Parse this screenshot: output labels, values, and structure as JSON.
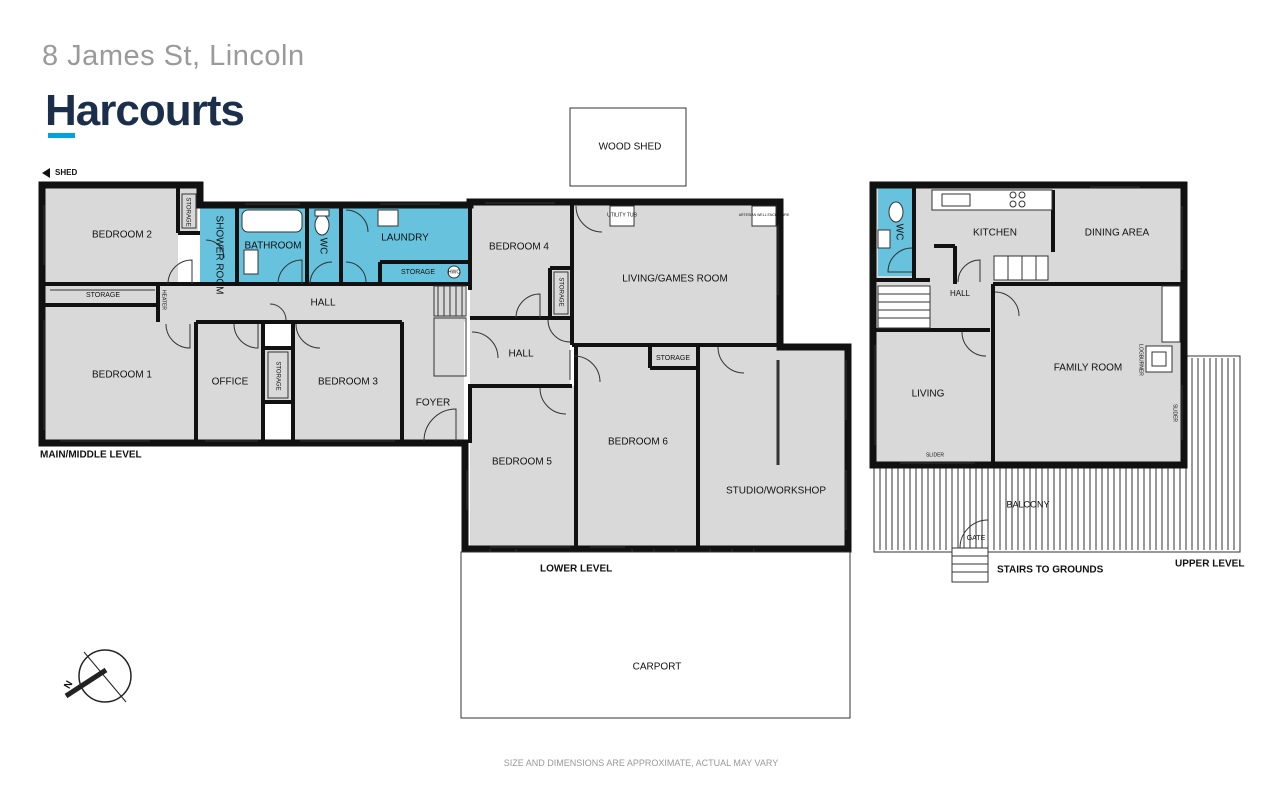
{
  "address": "8 James St, Lincoln",
  "brand": {
    "name": "Harcourts",
    "text_color": "#1b2f4b",
    "accent_color": "#00a3e0"
  },
  "levels": {
    "main": "MAIN/MIDDLE LEVEL",
    "lower": "LOWER LEVEL",
    "upper": "UPPER LEVEL"
  },
  "shed_pointer": "SHED",
  "rooms": {
    "wood_shed": "WOOD SHED",
    "bedroom2": "BEDROOM 2",
    "storage_a": "STORAGE",
    "shower_room": "SHOWER ROOM",
    "bathroom": "BATHROOM",
    "wc_main": "WC",
    "laundry": "LAUNDRY",
    "storage_laundry": "STORAGE",
    "hwc": "HWC",
    "bedroom4": "BEDROOM 4",
    "utility_tub": "UTILITY TUB",
    "artesian": "ARTESIAN WELL ENCLOSURE",
    "living_games": "LIVING/GAMES ROOM",
    "storage_hall": "STORAGE",
    "heater": "HEATER",
    "hall_main": "HALL",
    "storage_b4": "STORAGE",
    "bedroom1": "BEDROOM 1",
    "office": "OFFICE",
    "storage_office": "STORAGE",
    "bedroom3": "BEDROOM 3",
    "foyer": "FOYER",
    "hall_lower": "HALL",
    "storage_b6": "STORAGE",
    "bedroom5": "BEDROOM 5",
    "bedroom6": "BEDROOM 6",
    "studio": "STUDIO/WORKSHOP",
    "carport": "CARPORT",
    "wc_upper": "WC",
    "kitchen": "KITCHEN",
    "dining": "DINING AREA",
    "hall_upper": "HALL",
    "living": "LIVING",
    "family": "FAMILY ROOM",
    "logburner": "LOGBURNER",
    "slider_family": "SLIDER",
    "slider_living": "SLIDER",
    "balcony": "BALCONY",
    "gate": "GATE",
    "stairs": "STAIRS TO GROUNDS"
  },
  "compass_letter": "N",
  "disclaimer": "SIZE AND DIMENSIONS ARE APPROXIMATE, ACTUAL MAY VARY"
}
